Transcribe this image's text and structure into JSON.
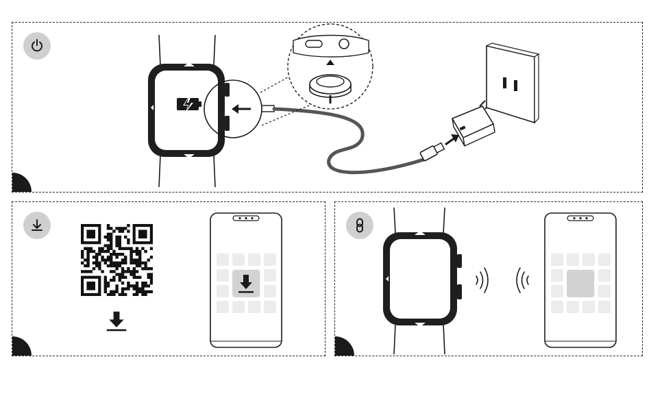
{
  "steps": [
    {
      "name": "charge",
      "icon": "power-icon"
    },
    {
      "name": "download-app",
      "icon": "download-icon"
    },
    {
      "name": "pair",
      "icon": "link-icon"
    }
  ],
  "colors": {
    "outline": "#1a1a1a",
    "badge": "#cfcfcf",
    "watch_case": "#1f1f1f",
    "cable": "#555555",
    "tile": "#ececec",
    "tile_highlight": "#cfcfcf"
  }
}
